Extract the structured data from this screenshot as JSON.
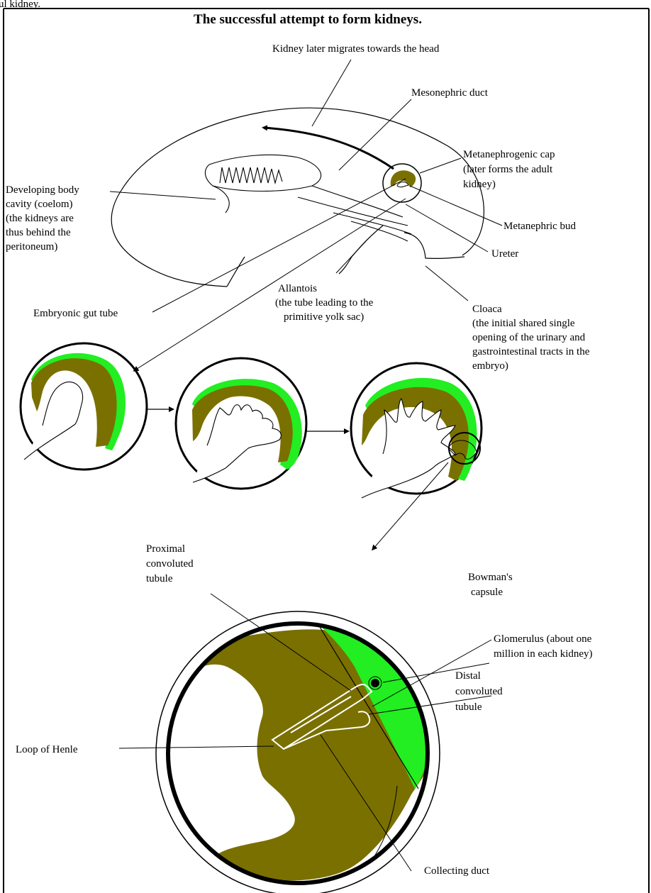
{
  "top_fragment": "ul kidney.",
  "title": "The successful attempt to form kidneys.",
  "colors": {
    "olive": "#7a7000",
    "green": "#22ee22",
    "outline": "#000000",
    "background": "#ffffff"
  },
  "labels": {
    "migration": [
      "Kidney later migrates towards the head"
    ],
    "mesonephric": [
      "Mesonephric duct"
    ],
    "cap": [
      "Metanephrogenic cap",
      "(later forms the adult",
      "kidney)"
    ],
    "bud": [
      "Metanephric bud"
    ],
    "ureter": [
      "Ureter"
    ],
    "coelom": [
      "Developing body",
      "cavity (coelom)",
      "(the kidneys are",
      "thus behind the",
      "peritoneum)"
    ],
    "gut": [
      "Embryonic gut tube"
    ],
    "allantois": [
      "Allantois",
      "(the tube leading to the",
      "primitive yolk sac)"
    ],
    "cloaca": [
      "Cloaca",
      "(the initial shared single",
      "opening of the urinary and",
      "gastrointestinal tracts in the",
      "embryo)"
    ],
    "pct": [
      "Proximal",
      "convoluted",
      "tubule"
    ],
    "bowman": [
      "Bowman's",
      "capsule"
    ],
    "glomerulus": [
      "Glomerulus (about one",
      "million in each kidney)"
    ],
    "dct": [
      "Distal",
      "convoluted",
      "tubule"
    ],
    "henle": [
      "Loop of Henle"
    ],
    "collecting": [
      "Collecting duct"
    ]
  }
}
